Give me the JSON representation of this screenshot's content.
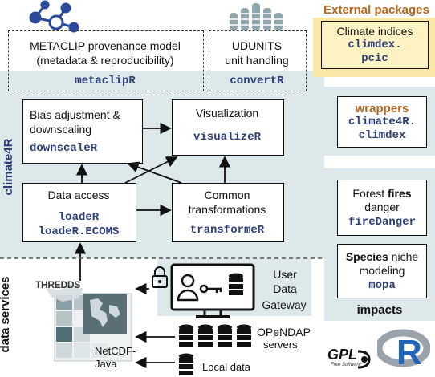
{
  "external": {
    "heading": "External packages",
    "climdex_text": "Climate indices",
    "climdex_pkg": "climdex.\npcic"
  },
  "top": {
    "metaclip_line1": "METACLIP provenance model",
    "metaclip_line2": "(metadata & reproducibility)",
    "metaclip_pkg": "metaclipR",
    "udunits_line1": "UDUNITS",
    "udunits_line2": "unit handling",
    "udunits_pkg": "convertR"
  },
  "core": {
    "side_label": "climate4R",
    "bias_line1": "Bias adjustment &",
    "bias_line2": "downscaling",
    "bias_pkg": "downscaleR",
    "vis_line1": "Visualization",
    "vis_pkg": "visualizeR",
    "data_line1": "Data access",
    "data_pkg1": "loadeR",
    "data_pkg2": "loadeR.ECOMS",
    "trans_line1": "Common",
    "trans_line2": "transformations",
    "trans_pkg": "transformeR"
  },
  "right": {
    "wrappers_label": "wrappers",
    "wrappers_pkg": "climate4R.\nclimdex",
    "fire_pre": "Forest ",
    "fire_bold": "fires",
    "fire_line2": "danger",
    "fire_pkg": "fireDanger",
    "species_bold": "Species",
    "species_post": " niche",
    "species_line2": "modeling",
    "species_pkg": "mopa",
    "impacts_label": "impacts"
  },
  "services": {
    "side_label": "data services",
    "thredds": "THREDDS",
    "netcdf_line1": "NetCDF-",
    "netcdf_line2": "Java",
    "gateway_line1": "User",
    "gateway_line2": "Data",
    "gateway_line3": "Gateway",
    "opendap_line1": "OPeNDAP",
    "opendap_line2": "servers",
    "local": "Local data"
  },
  "logos": {
    "gpl_text": "GPL",
    "gpl_sub": "Free Software",
    "r_text": "R"
  },
  "colors": {
    "band": "#dde8ea",
    "package": "#2c3e7a",
    "external": "#b5651d",
    "climdex_fill": "#fff3c4",
    "climdex_band": "#fbe7a8"
  }
}
